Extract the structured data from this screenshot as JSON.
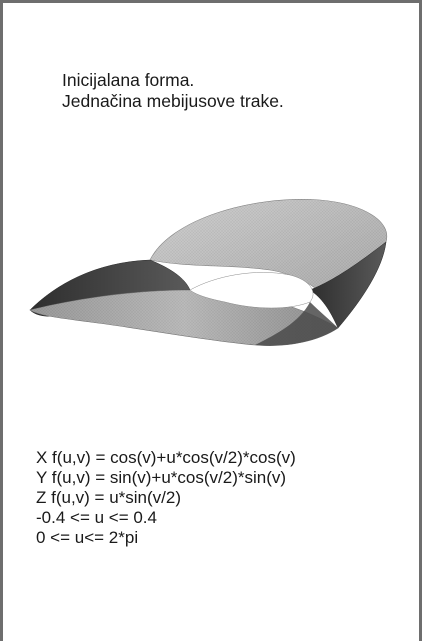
{
  "caption": {
    "line1": "Inicijalana forma.",
    "line2": "Jednačina mebijusove trake."
  },
  "equations": {
    "x": "X f(u,v) = cos(v)+u*cos(v/2)*cos(v)",
    "y": "Y f(u,v) = sin(v)+u*cos(v/2)*sin(v)",
    "z": "Z f(u,v) = u*sin(v/2)",
    "u_range": "-0.4 <= u <= 0.4",
    "v_range": "0 <= u<= 2*pi"
  },
  "colors": {
    "frame": "#6e6e6e",
    "text": "#1a1a1a",
    "surface_light": "#c8c8c8",
    "surface_dark": "#3a3a3a"
  }
}
